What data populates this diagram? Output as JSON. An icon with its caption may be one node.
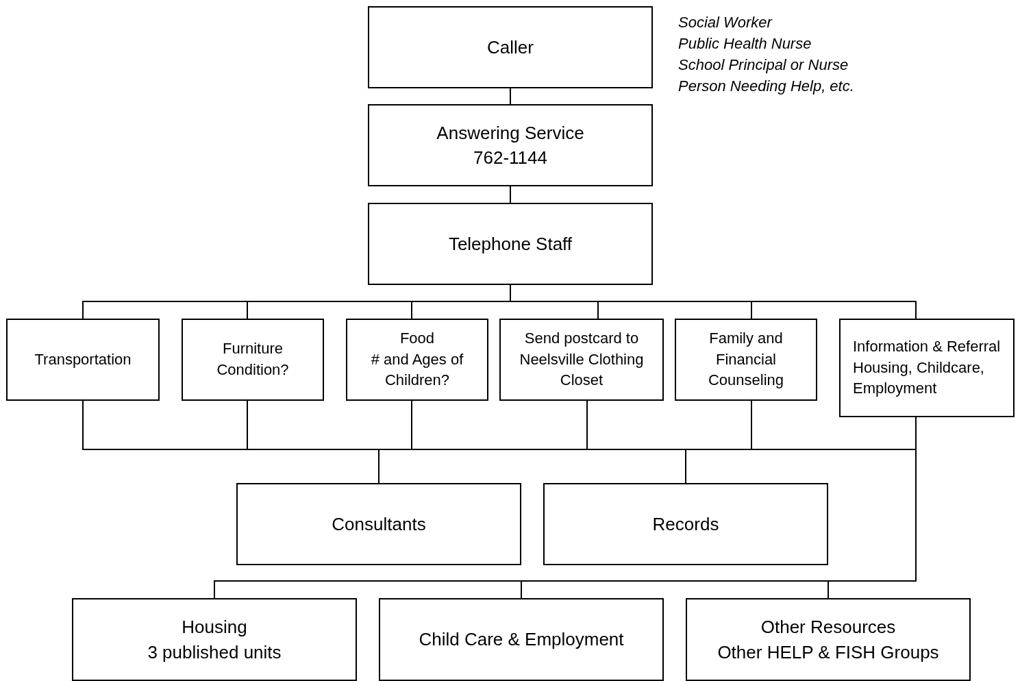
{
  "diagram": {
    "nodes": [
      {
        "text": [
          "Caller"
        ],
        "beside": [
          "Social Worker",
          "Public Health Nurse",
          "School Principal or Nurse",
          "Person Needing Help, etc."
        ]
      },
      {
        "text": [
          "Answering Service",
          "762-1144"
        ]
      },
      {
        "text": [
          "Telephone Staff"
        ]
      },
      {
        "text": [
          "Transportation"
        ]
      },
      {
        "text": [
          "Furniture Condition?"
        ]
      },
      {
        "text": [
          "Food",
          "# and Ages of Children?"
        ]
      },
      {
        "text": [
          "Send postcard to Neelsville Clothing Closet"
        ]
      },
      {
        "text": [
          "Family and Financial Counseling"
        ]
      },
      {
        "text": [
          "Information & Referral Housing, Childcare, Employment"
        ]
      },
      {
        "text": [
          "Consultants"
        ]
      },
      {
        "text": [
          "Records"
        ]
      },
      {
        "text": [
          "Housing",
          "3 published units"
        ]
      },
      {
        "text": [
          "Child Care & Employment"
        ]
      },
      {
        "text": [
          "Other Resources",
          "Other HELP & FISH Groups"
        ]
      }
    ],
    "edges": [
      {
        "from": 0,
        "to": 1,
        "arrow": "none"
      },
      {
        "from": 1,
        "to": 2,
        "arrow": "none"
      },
      {
        "from": 2,
        "to": 3,
        "arrow": "none"
      },
      {
        "from": 2,
        "to": 4,
        "arrow": "none"
      },
      {
        "from": 2,
        "to": 5,
        "arrow": "none"
      },
      {
        "from": 2,
        "to": 6,
        "arrow": "none"
      },
      {
        "from": 2,
        "to": 7,
        "arrow": "none"
      },
      {
        "from": 2,
        "to": 8,
        "arrow": "none"
      },
      {
        "from": 3,
        "to": 9,
        "arrow": "none"
      },
      {
        "from": 3,
        "to": 10,
        "arrow": "none"
      },
      {
        "from": 4,
        "to": 9,
        "arrow": "none"
      },
      {
        "from": 4,
        "to": 10,
        "arrow": "none"
      },
      {
        "from": 5,
        "to": 9,
        "arrow": "none"
      },
      {
        "from": 5,
        "to": 10,
        "arrow": "none"
      },
      {
        "from": 6,
        "to": 9,
        "arrow": "none"
      },
      {
        "from": 6,
        "to": 10,
        "arrow": "none"
      },
      {
        "from": 7,
        "to": 9,
        "arrow": "none"
      },
      {
        "from": 7,
        "to": 10,
        "arrow": "none"
      },
      {
        "from": 8,
        "to": 9,
        "arrow": "none"
      },
      {
        "from": 8,
        "to": 10,
        "arrow": "none"
      },
      {
        "from": 8,
        "to": 11,
        "arrow": "none"
      },
      {
        "from": 8,
        "to": 12,
        "arrow": "none"
      },
      {
        "from": 8,
        "to": 13,
        "arrow": "none"
      }
    ]
  }
}
